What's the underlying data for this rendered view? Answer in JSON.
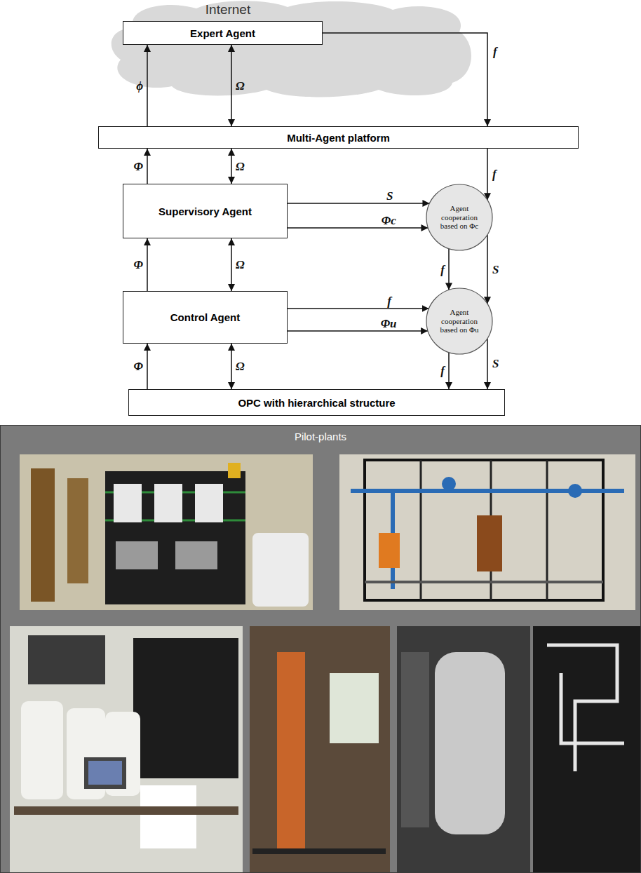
{
  "diagram": {
    "nodes": [
      {
        "text": [
          "Internet"
        ]
      },
      {
        "text": [
          "Expert Agent"
        ],
        "in": 0
      },
      {
        "text": [
          "Multi-Agent platform"
        ]
      },
      {
        "text": [
          "Supervisory Agent"
        ]
      },
      {
        "text": [
          "Agent cooperation based on Φc"
        ]
      },
      {
        "text": [
          "Control Agent"
        ]
      },
      {
        "text": [
          "Agent cooperation based on Φu"
        ]
      },
      {
        "text": [
          "OPC with hierarchical structure"
        ]
      },
      {
        "text": [
          "Pilot-plants"
        ]
      }
    ],
    "edges": [
      {
        "from": 2,
        "to": 1,
        "arrow": "to",
        "label": "ϕ"
      },
      {
        "from": 2,
        "to": 1,
        "arrow": "both",
        "label": "Ω"
      },
      {
        "from": 1,
        "to": 2,
        "arrow": "to",
        "label": "f"
      },
      {
        "from": 3,
        "to": 2,
        "arrow": "to",
        "label": "Φ"
      },
      {
        "from": 3,
        "to": 2,
        "arrow": "both",
        "label": "Ω"
      },
      {
        "from": 2,
        "to": 4,
        "arrow": "to",
        "label": "f"
      },
      {
        "from": 3,
        "to": 4,
        "arrow": "to",
        "label": "S"
      },
      {
        "from": 3,
        "to": 4,
        "arrow": "to",
        "label": "Φc"
      },
      {
        "from": 5,
        "to": 3,
        "arrow": "to",
        "label": "Φ"
      },
      {
        "from": 5,
        "to": 3,
        "arrow": "both",
        "label": "Ω"
      },
      {
        "from": 5,
        "to": 6,
        "arrow": "to",
        "label": "f"
      },
      {
        "from": 5,
        "to": 6,
        "arrow": "to",
        "label": "Φu"
      },
      {
        "from": 4,
        "to": 6,
        "arrow": "to",
        "label": "f"
      },
      {
        "from": 4,
        "to": 6,
        "arrow": "to",
        "label": "S"
      },
      {
        "from": 7,
        "to": 5,
        "arrow": "to",
        "label": "Φ"
      },
      {
        "from": 7,
        "to": 5,
        "arrow": "both",
        "label": "Ω"
      },
      {
        "from": 6,
        "to": 7,
        "arrow": "to",
        "label": "f"
      },
      {
        "from": 6,
        "to": 7,
        "arrow": "to",
        "label": "S"
      }
    ]
  }
}
